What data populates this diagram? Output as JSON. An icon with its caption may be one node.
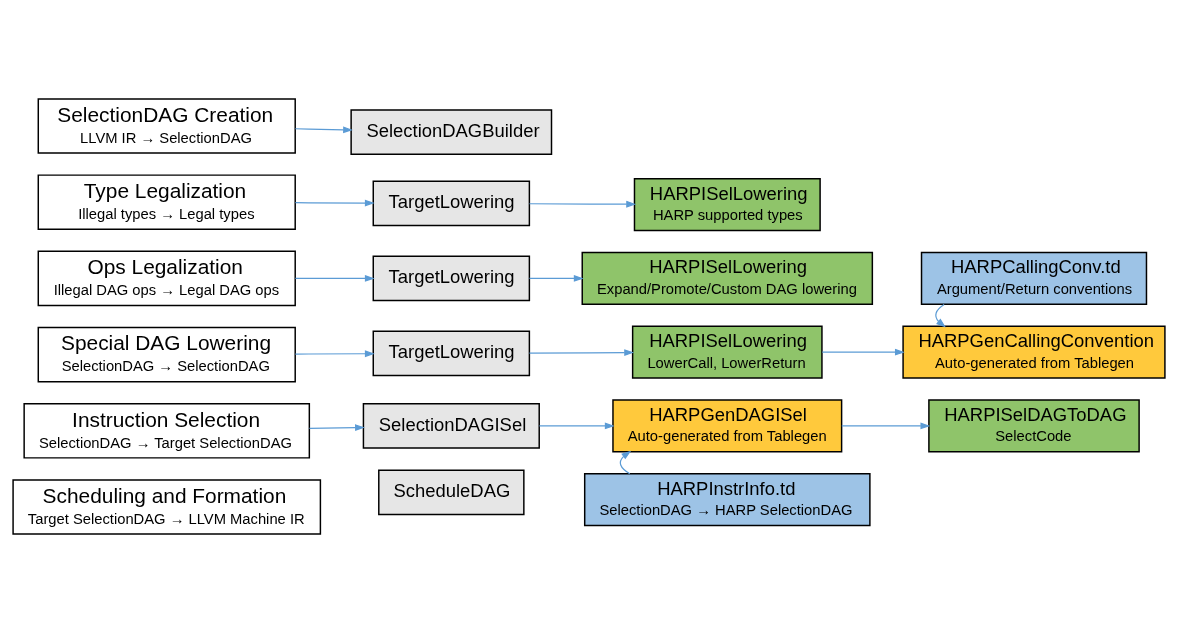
{
  "diagram": {
    "nodes": [
      {
        "text": [
          "SelectionDAG Creation",
          "LLVM IR → SelectionDAG"
        ]
      },
      {
        "text": [
          "SelectionDAGBuilder"
        ]
      },
      {
        "text": [
          "Type Legalization",
          "Illegal types → Legal types"
        ]
      },
      {
        "text": [
          "TargetLowering"
        ]
      },
      {
        "text": [
          "HARPISelLowering",
          "HARP supported types"
        ]
      },
      {
        "text": [
          "Ops Legalization",
          "Illegal DAG ops → Legal DAG ops"
        ]
      },
      {
        "text": [
          "TargetLowering"
        ]
      },
      {
        "text": [
          "HARPISelLowering",
          "Expand/Promote/Custom DAG lowering"
        ]
      },
      {
        "text": [
          "HARPCallingConv.td",
          "Argument/Return conventions"
        ]
      },
      {
        "text": [
          "Special DAG Lowering",
          "SelectionDAG → SelectionDAG"
        ]
      },
      {
        "text": [
          "TargetLowering"
        ]
      },
      {
        "text": [
          "HARPISelLowering",
          "LowerCall, LowerReturn"
        ]
      },
      {
        "text": [
          "HARPGenCallingConvention",
          "Auto-generated from Tablegen"
        ]
      },
      {
        "text": [
          "Instruction Selection",
          "SelectionDAG → Target SelectionDAG"
        ]
      },
      {
        "text": [
          "SelectionDAGISel"
        ]
      },
      {
        "text": [
          "HARPGenDAGISel",
          "Auto-generated from Tablegen"
        ]
      },
      {
        "text": [
          "HARPISelDAGToDAG",
          "SelectCode"
        ]
      },
      {
        "text": [
          "Scheduling and Formation",
          "Target SelectionDAG → LLVM Machine IR"
        ]
      },
      {
        "text": [
          "ScheduleDAG"
        ]
      },
      {
        "text": [
          "HARPInstrInfo.td",
          "SelectionDAG → HARP SelectionDAG"
        ]
      }
    ],
    "edges": [
      {
        "from": 0,
        "to": 1,
        "arrow": "to"
      },
      {
        "from": 2,
        "to": 3,
        "arrow": "to"
      },
      {
        "from": 3,
        "to": 4,
        "arrow": "to"
      },
      {
        "from": 5,
        "to": 6,
        "arrow": "to"
      },
      {
        "from": 6,
        "to": 7,
        "arrow": "to"
      },
      {
        "from": 8,
        "to": 12,
        "arrow": "to"
      },
      {
        "from": 9,
        "to": 10,
        "arrow": "to"
      },
      {
        "from": 10,
        "to": 11,
        "arrow": "to"
      },
      {
        "from": 11,
        "to": 12,
        "arrow": "to"
      },
      {
        "from": 13,
        "to": 14,
        "arrow": "to"
      },
      {
        "from": 14,
        "to": 15,
        "arrow": "to"
      },
      {
        "from": 15,
        "to": 16,
        "arrow": "to"
      },
      {
        "from": 19,
        "to": 15,
        "arrow": "to"
      }
    ]
  }
}
